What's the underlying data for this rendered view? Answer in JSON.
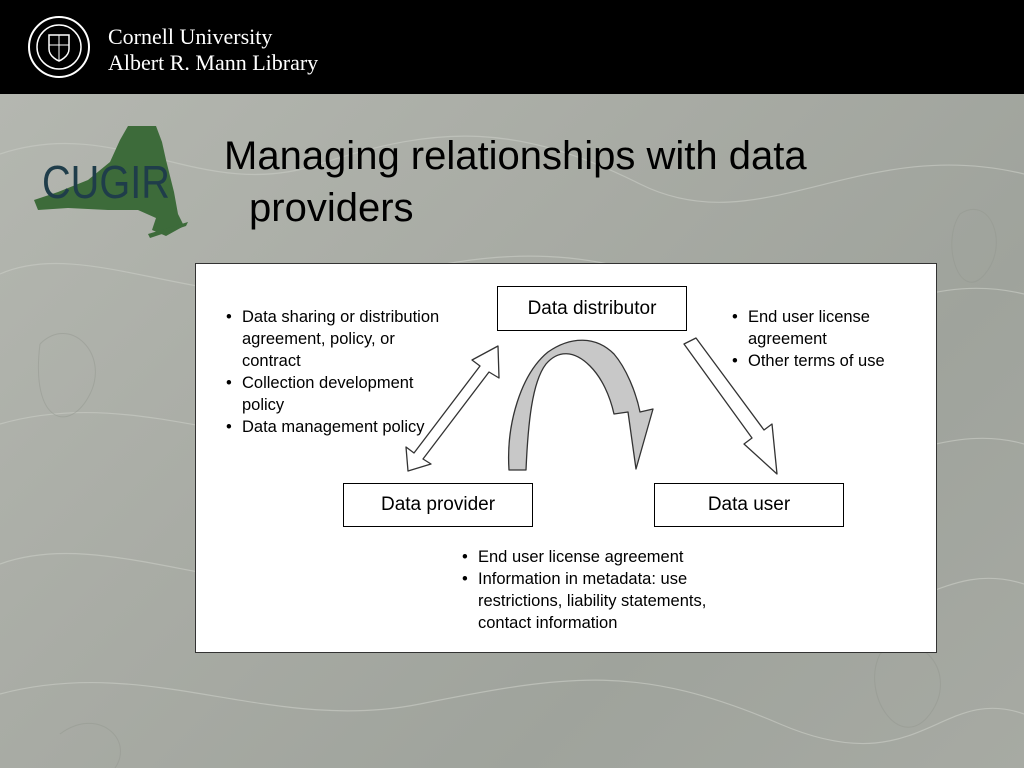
{
  "header": {
    "university": "Cornell University",
    "library": "Albert R. Mann Library"
  },
  "logo": {
    "text": "CUGIR"
  },
  "slide": {
    "title_line1": "Managing relationships with data",
    "title_line2": "providers"
  },
  "diagram": {
    "nodes": {
      "distributor": "Data distributor",
      "provider": "Data provider",
      "user": "Data user"
    },
    "provider_notes": [
      "Data sharing or distribution agreement, policy, or contract",
      "Collection development policy",
      "Data management policy"
    ],
    "user_notes": [
      "End user license agreement",
      "Other terms of use"
    ],
    "bottom_notes": [
      "End user license agreement",
      "Information in metadata: use restrictions, liability statements, contact information"
    ]
  },
  "colors": {
    "header_bg": "#000000",
    "logo_green": "#3d6b3a",
    "logo_text": "#1f3d4a",
    "arc_fill": "#c8c8c8"
  }
}
